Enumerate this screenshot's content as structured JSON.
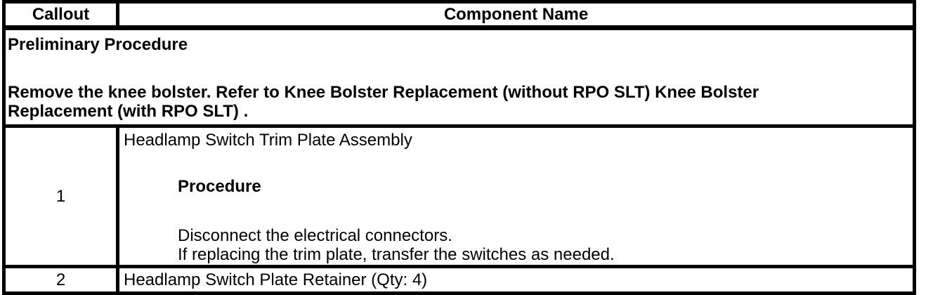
{
  "table": {
    "header": {
      "callout": "Callout",
      "component": "Component Name"
    },
    "preliminary": {
      "title": "Preliminary Procedure",
      "body_lines": [
        "Remove the knee bolster. Refer to Knee Bolster Replacement (without RPO SLT) Knee Bolster",
        "Replacement (with RPO SLT) ."
      ]
    },
    "rows": [
      {
        "callout": "1",
        "component": "Headlamp Switch Trim Plate Assembly",
        "procedure_label": "Procedure",
        "procedure_steps": [
          "Disconnect the electrical connectors.",
          "If replacing the trim plate, transfer the switches as needed."
        ]
      },
      {
        "callout": "2",
        "component": "Headlamp Switch Plate Retainer (Qty: 4)"
      }
    ]
  },
  "colors": {
    "border": "#000000",
    "text": "#000000",
    "background": "#ffffff"
  }
}
